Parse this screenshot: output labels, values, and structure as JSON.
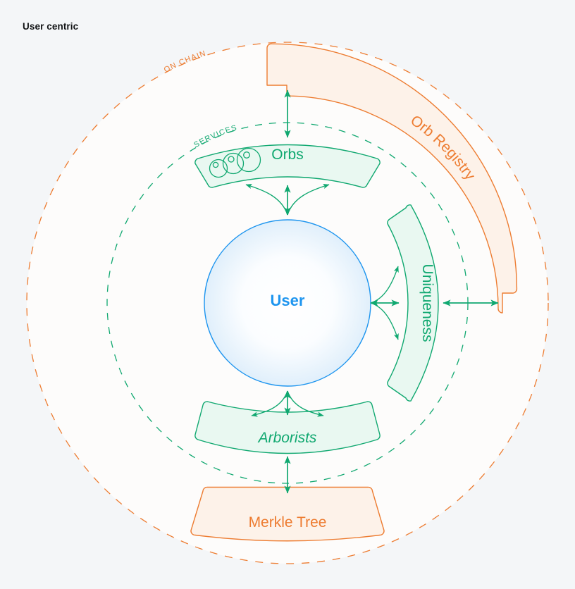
{
  "page": {
    "title": "User centric",
    "background_color": "#f4f6f8"
  },
  "colors": {
    "green": "#10a870",
    "green_fill": "#e9f8f1",
    "orange": "#ed7c31",
    "orange_fill": "#fdf2e9",
    "blue": "#1e95ef",
    "blue_fill_outer": "#e3f1fc",
    "text_dark": "#111315"
  },
  "rings": [
    {
      "id": "on-chain",
      "label": "ON CHAIN",
      "color": "#ed7c31",
      "style": "dashed",
      "radius": 370
    },
    {
      "id": "services",
      "label": "SERVICES",
      "color": "#10a870",
      "style": "dashed",
      "radius": 256
    }
  ],
  "center": {
    "label": "User",
    "color": "#1e95ef",
    "radius": 118
  },
  "nodes": [
    {
      "id": "orbs",
      "label": "Orbs",
      "layer": "services",
      "color": "#10a870",
      "fill": "#e9f8f1",
      "position": "top",
      "italic": false,
      "has_orb_icons": true,
      "orb_icon_count": 3
    },
    {
      "id": "uniqueness",
      "label": "Uniqueness",
      "layer": "services",
      "color": "#10a870",
      "fill": "#e9f8f1",
      "position": "right",
      "italic": false,
      "rotated": true
    },
    {
      "id": "arborists",
      "label": "Arborists",
      "layer": "services",
      "color": "#10a870",
      "fill": "#e9f8f1",
      "position": "bottom",
      "italic": true
    },
    {
      "id": "orb-registry",
      "label": "Orb Registry",
      "layer": "on-chain",
      "color": "#ed7c31",
      "fill": "#fdf2e9",
      "position": "upper-right",
      "curved_text": true
    },
    {
      "id": "merkle-tree",
      "label": "Merkle Tree",
      "layer": "on-chain",
      "color": "#ed7c31",
      "fill": "#fdf2e9",
      "position": "bottom"
    }
  ],
  "connections": [
    {
      "from": "user",
      "to": "orbs",
      "arrow": "double",
      "style": "straight"
    },
    {
      "from": "user",
      "to": "orbs",
      "arrow": "single",
      "style": "curve-left"
    },
    {
      "from": "user",
      "to": "orbs",
      "arrow": "single",
      "style": "curve-right"
    },
    {
      "from": "user",
      "to": "arborists",
      "arrow": "double",
      "style": "straight"
    },
    {
      "from": "user",
      "to": "arborists",
      "arrow": "single",
      "style": "curve-left"
    },
    {
      "from": "user",
      "to": "arborists",
      "arrow": "single",
      "style": "curve-right"
    },
    {
      "from": "user",
      "to": "uniqueness",
      "arrow": "double",
      "style": "straight"
    },
    {
      "from": "user",
      "to": "uniqueness",
      "arrow": "single",
      "style": "curve-up"
    },
    {
      "from": "user",
      "to": "uniqueness",
      "arrow": "single",
      "style": "curve-down"
    },
    {
      "from": "orbs",
      "to": "orb-registry",
      "arrow": "double",
      "style": "straight"
    },
    {
      "from": "uniqueness",
      "to": "orb-registry",
      "arrow": "double",
      "style": "straight"
    },
    {
      "from": "arborists",
      "to": "merkle-tree",
      "arrow": "double",
      "style": "straight"
    }
  ]
}
